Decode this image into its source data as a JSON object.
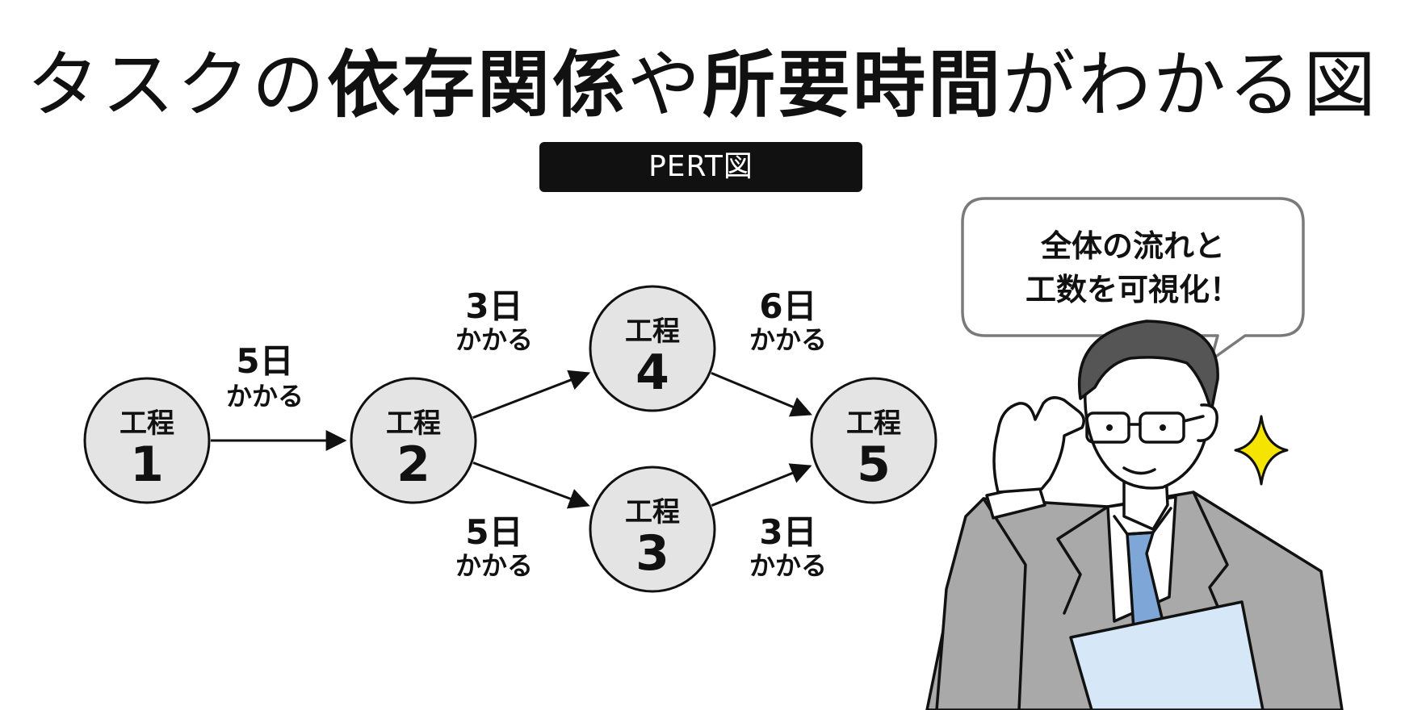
{
  "title": {
    "parts": [
      {
        "text": "タスクの",
        "weight": "light"
      },
      {
        "text": "依存関係",
        "weight": "bold"
      },
      {
        "text": "や",
        "weight": "light"
      },
      {
        "text": "所要時間",
        "weight": "bold"
      },
      {
        "text": "がわかる図",
        "weight": "light"
      }
    ]
  },
  "badge": {
    "label": "PERT図"
  },
  "diagram": {
    "nodes": [
      {
        "id": "n1",
        "label": "工程",
        "number": "1"
      },
      {
        "id": "n2",
        "label": "工程",
        "number": "2"
      },
      {
        "id": "n3",
        "label": "工程",
        "number": "3"
      },
      {
        "id": "n4",
        "label": "工程",
        "number": "4"
      },
      {
        "id": "n5",
        "label": "工程",
        "number": "5"
      }
    ],
    "edges": [
      {
        "from": "n1",
        "to": "n2",
        "days": "5日",
        "sub": "かかる"
      },
      {
        "from": "n2",
        "to": "n4",
        "days": "3日",
        "sub": "かかる"
      },
      {
        "from": "n2",
        "to": "n3",
        "days": "5日",
        "sub": "かかる"
      },
      {
        "from": "n4",
        "to": "n5",
        "days": "6日",
        "sub": "かかる"
      },
      {
        "from": "n3",
        "to": "n5",
        "days": "3日",
        "sub": "かかる"
      }
    ]
  },
  "speech_bubble": {
    "lines": [
      "全体の流れと",
      "工数を可視化！"
    ]
  },
  "illustration": {
    "icon": "businessman-adjusting-glasses-icon",
    "sparkle_icon": "sparkle-icon",
    "colors": {
      "suit": "#a9a9a9",
      "tie": "#7ea7d8",
      "document": "#d6e8f7",
      "sparkle": "#f5e400",
      "hair": "#555555"
    }
  },
  "colors": {
    "node_fill": "#e4e4e4",
    "ink": "#111111",
    "badge_bg": "#111111",
    "badge_text": "#ffffff"
  }
}
